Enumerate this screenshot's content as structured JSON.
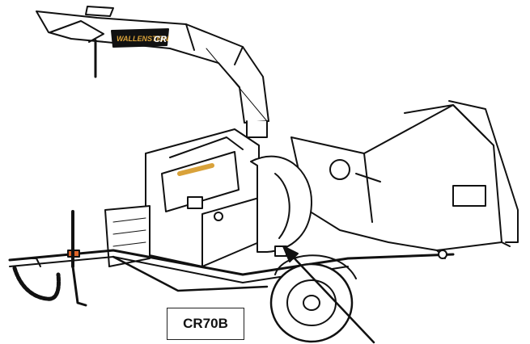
{
  "brand": {
    "text": "WALLENSTEIN",
    "mark": "CR"
  },
  "model_label": "CR70B",
  "icons": [
    "wood-chipper-illustration",
    "callout-arrow-icon"
  ],
  "colors": {
    "line": "#111111",
    "brand_gold": "#d9a23a",
    "tongue_orange": "#e0662a",
    "background": "#ffffff"
  }
}
